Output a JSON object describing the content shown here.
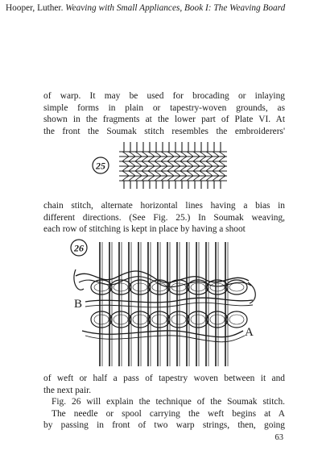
{
  "header": {
    "author": "Hooper, Luther.",
    "title": "Weaving with Small Appliances, Book I: The Weaving Board"
  },
  "paragraph1": [
    "of warp. It may be used for brocading or inlaying",
    "simple forms in plain or tapestry-woven grounds, as",
    "shown in the fragments at the lower part of Plate VI. At",
    "the front the Soumak stitch resembles the embroiderers'"
  ],
  "figure25": {
    "number": "25"
  },
  "paragraph2": [
    "chain stitch, alternate horizontal lines having a bias in",
    "different directions. (See Fig. 25.) In Soumak weaving,",
    "each row of stitching is kept in place by having a shoot"
  ],
  "figure26": {
    "number": "26",
    "label_left": "B",
    "label_right": "A"
  },
  "paragraph3": [
    "of weft or half a pass of tapestry woven between it and",
    "the next pair.",
    "Fig. 26 will explain the technique of the Soumak stitch.",
    "The needle or spool carrying the weft begins at A",
    "by passing in front of two warp strings, then, going"
  ],
  "page_number": "63"
}
